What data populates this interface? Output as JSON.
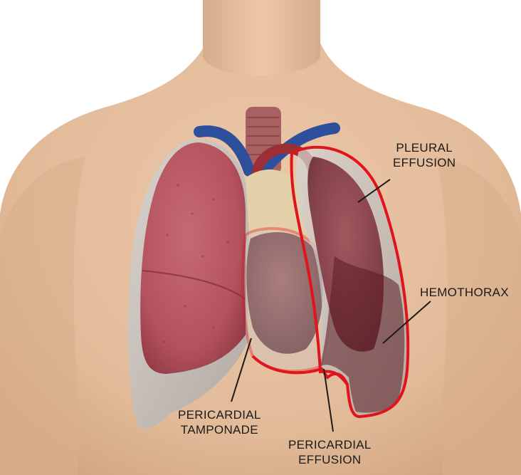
{
  "labels": {
    "pleural_effusion": {
      "line1": "PLEURAL",
      "line2": "EFFUSION"
    },
    "hemothorax": {
      "line1": "HEMOTHORAX"
    },
    "pericardial_tamponade": {
      "line1": "PERICARDIAL",
      "line2": "TAMPONADE"
    },
    "pericardial_effusion": {
      "line1": "PERICARDIAL",
      "line2": "EFFUSION"
    }
  },
  "colors": {
    "skin": "#e8c3a3",
    "lung": "#b85560",
    "pleura": "#c9c7c6",
    "outline_red": "#e0141c",
    "vessel_blue": "#2e4f9c",
    "heart": "#7a3a3c",
    "leader_line": "#1c1a19"
  }
}
